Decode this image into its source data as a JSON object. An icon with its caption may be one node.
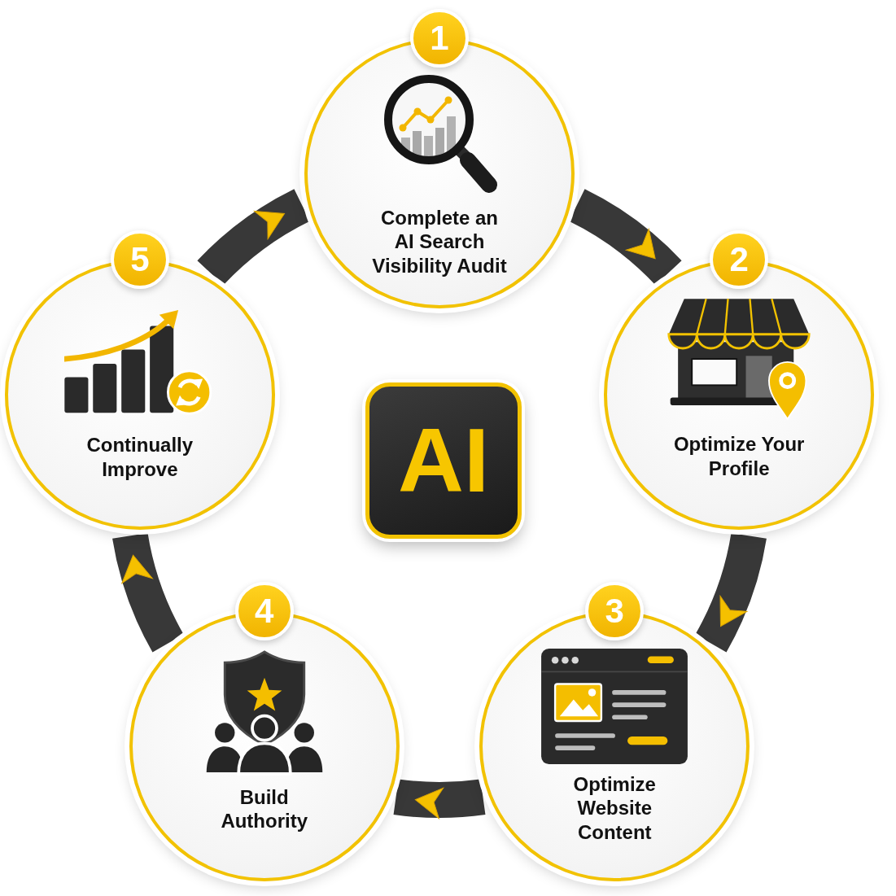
{
  "diagram": {
    "nodes": [
      {
        "text": [
          "1",
          "Complete an AI Search Visibility Audit"
        ]
      },
      {
        "text": [
          "2",
          "Optimize Your Profile"
        ]
      },
      {
        "text": [
          "3",
          "Optimize Website Content"
        ]
      },
      {
        "text": [
          "4",
          "Build Authority"
        ]
      },
      {
        "text": [
          "5",
          "Continually Improve"
        ]
      },
      {
        "text": [
          "AI"
        ]
      }
    ],
    "edges": [
      {
        "from": 0,
        "to": 1,
        "arrow": "to"
      },
      {
        "from": 1,
        "to": 2,
        "arrow": "to"
      },
      {
        "from": 2,
        "to": 3,
        "arrow": "to"
      },
      {
        "from": 3,
        "to": 4,
        "arrow": "to"
      },
      {
        "from": 4,
        "to": 0,
        "arrow": "to"
      }
    ]
  }
}
